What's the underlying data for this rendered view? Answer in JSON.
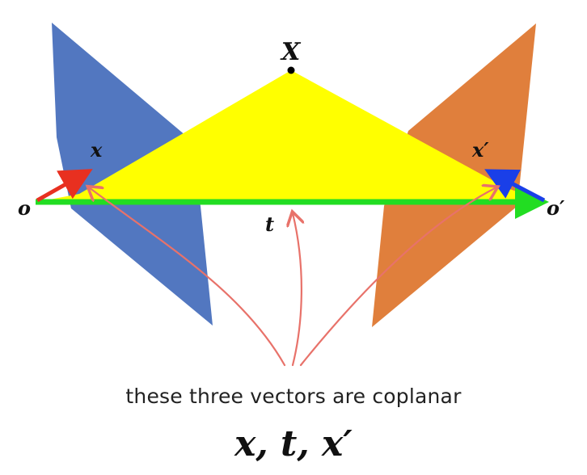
{
  "points": {
    "X": "X",
    "x": "x",
    "x_prime": "x′",
    "o": "o",
    "o_prime": "o′",
    "t": "t"
  },
  "caption": "these three vectors are coplanar",
  "formula": "x, t, x′",
  "colors": {
    "left_image_plane": "#5277c0",
    "right_image_plane": "#e07f3c",
    "epipolar_plane": "#ffff00",
    "baseline_vector": "#22dd22",
    "vector_x": "#e83020",
    "vector_x_prime": "#1a3fe8",
    "annotation_arrows": "#e8726a"
  }
}
